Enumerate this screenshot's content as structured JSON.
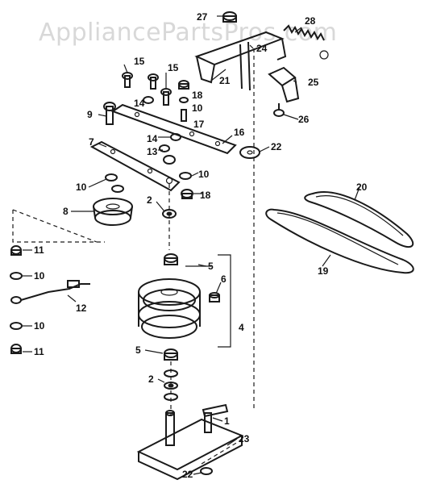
{
  "watermark": "AppliancePartsPros.com",
  "callouts": {
    "p1": "1",
    "p2a": "2",
    "p2b": "2",
    "p4": "4",
    "p5a": "5",
    "p5b": "5",
    "p6": "6",
    "p7": "7",
    "p8": "8",
    "p9": "9",
    "p10a": "10",
    "p10b": "10",
    "p10c": "10",
    "p10d": "10",
    "p10e": "10",
    "p11a": "11",
    "p11b": "11",
    "p12": "12",
    "p13": "13",
    "p14a": "14",
    "p14b": "14",
    "p15a": "15",
    "p15b": "15",
    "p16": "16",
    "p17": "17",
    "p18a": "18",
    "p18b": "18",
    "p19": "19",
    "p20": "20",
    "p21": "21",
    "p22a": "22",
    "p22b": "22",
    "p23": "23",
    "p24": "24",
    "p25": "25",
    "p26": "26",
    "p27": "27",
    "p28": "28"
  }
}
